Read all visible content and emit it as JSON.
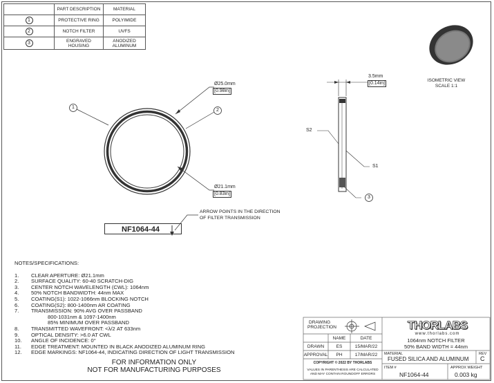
{
  "bom": {
    "headers": [
      "",
      "PART DESCRIPTION",
      "MATERIAL"
    ],
    "rows": [
      {
        "num": "1",
        "desc": "PROTECTIVE RING",
        "material": "POLYIMIDE"
      },
      {
        "num": "2",
        "desc": "NOTCH FILTER",
        "material": "UVFS"
      },
      {
        "num": "3",
        "desc": "ENGRAVED HOUSING",
        "material": "ANODIZED ALUMINUM"
      }
    ]
  },
  "isometric": {
    "line1": "ISOMETRIC VIEW",
    "line2": "SCALE 1:1"
  },
  "front_view": {
    "outer_dim_mm": "Ø25.0mm",
    "outer_dim_in": "[0.98in]",
    "inner_dim_mm": "Ø21.1mm",
    "inner_dim_in": "[0.83in]",
    "callout_1": "1",
    "callout_2": "2"
  },
  "side_view": {
    "thickness_mm": "3.5mm",
    "thickness_in": "[0.14in]",
    "s1": "S1",
    "s2": "S2",
    "callout_3": "3"
  },
  "engraving": {
    "text": "NF1064-44",
    "note_line1": "ARROW POINTS IN THE DIRECTION",
    "note_line2": "OF FILTER TRANSMISSION"
  },
  "notes": {
    "heading": "NOTES/SPECIFICATIONS:",
    "items": [
      {
        "n": "1.",
        "t": "CLEAR APERTURE: Ø21.1mm"
      },
      {
        "n": "2.",
        "t": "SURFACE QUALITY: 60-40 SCRATCH-DIG"
      },
      {
        "n": "3.",
        "t": "CENTER NOTCH WAVELENGTH (CWL): 1064nm"
      },
      {
        "n": "4.",
        "t": "50% NOTCH BANDWIDTH: 44nm MAX"
      },
      {
        "n": "5.",
        "t": "COATING(S1): 1022-1066nm BLOCKING NOTCH"
      },
      {
        "n": "6.",
        "t": "COATING(S2): 800-1400nm AR COATING"
      },
      {
        "n": "7.",
        "t": "TRANSMISSION: 90% AVG OVER PASSBAND"
      },
      {
        "n": "",
        "t": "        800-1031nm & 1097-1400nm"
      },
      {
        "n": "",
        "t": "        85% MINIMUM OVER PASSBAND"
      },
      {
        "n": "8.",
        "t": "TRANSMITTED WAVEFRONT: <λ/2 AT 633nm"
      },
      {
        "n": "9.",
        "t": "OPTICAL DENSITY: >6.0 AT CWL"
      },
      {
        "n": "10.",
        "t": "ANGLE OF INCIDENCE: 0°"
      },
      {
        "n": "11.",
        "t": "EDGE TREATMENT: MOUNTED IN BLACK ANODIZED ALUMINUM RING"
      },
      {
        "n": "12.",
        "t": "EDGE MARKINGS: NF1064-44, INDICATING DIRECTION OF LIGHT TRANSMISSION"
      }
    ]
  },
  "info": {
    "line1": "FOR INFORMATION ONLY",
    "line2": "NOT FOR MANUFACTURING PURPOSES"
  },
  "title_block": {
    "drawing_projection_1": "DRAWING",
    "drawing_projection_2": "PROJECTION",
    "name_hdr": "NAME",
    "date_hdr": "DATE",
    "drawn_label": "DRAWN",
    "drawn_name": "ES",
    "drawn_date": "15/MAR/22",
    "approval_label": "APPROVAL",
    "approval_name": "PH",
    "approval_date": "17/MAR/22",
    "copyright": "COPYRIGHT © 2022 BY THORLABS",
    "disclaimer_1": "VALUES IN PARENTHESIS ARE CALCULATED",
    "disclaimer_2": "AND MAY CONTAIN ROUNDOFF ERRORS",
    "logo": "THORLABS",
    "website": "www.thorlabs.com",
    "desc_1": "1064nm NOTCH FILTER",
    "desc_2": "50% BAND WIDTH = 44nm",
    "material_label": "MATERIAL",
    "material_value": "FUSED SILICA AND ALUMINUM",
    "rev_label": "REV",
    "rev_value": "C",
    "item_label": "ITEM #",
    "item_value": "NF1064-44",
    "weight_label": "APPROX WEIGHT",
    "weight_value": "0.003 kg"
  }
}
